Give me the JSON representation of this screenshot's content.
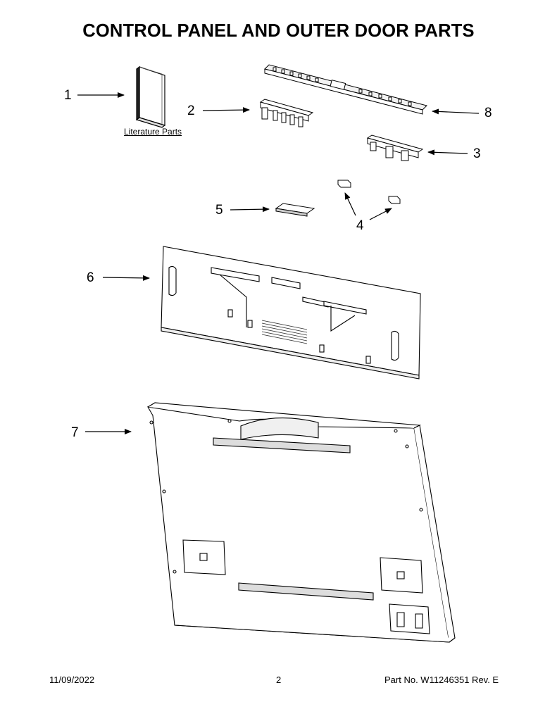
{
  "title": "CONTROL PANEL AND OUTER DOOR PARTS",
  "literature_label": "Literature Parts",
  "callouts": [
    "1",
    "2",
    "8",
    "3",
    "5",
    "4",
    "6",
    "7"
  ],
  "footer": {
    "date": "11/09/2022",
    "page": "2",
    "part_no": "Part No.  W11246351  Rev.  E"
  }
}
